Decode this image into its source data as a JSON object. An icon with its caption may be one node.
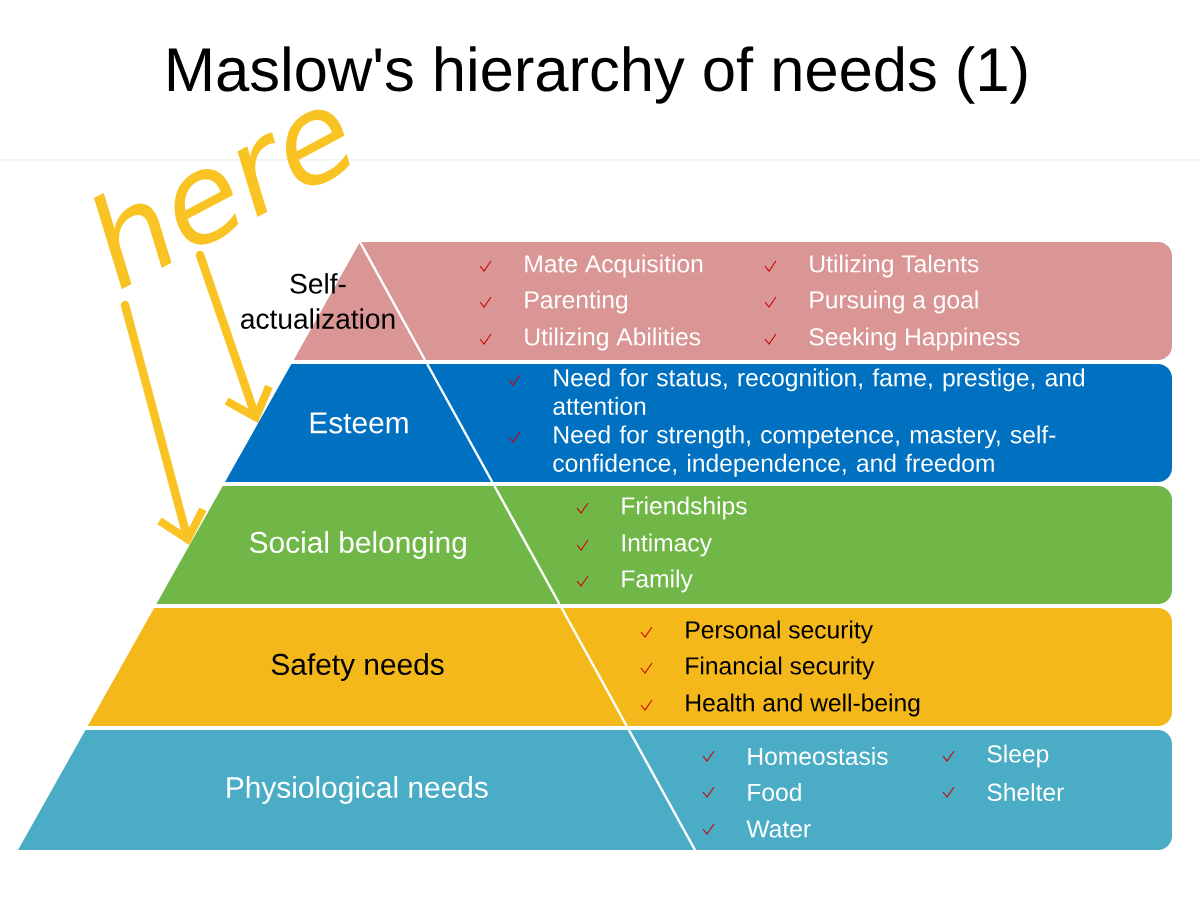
{
  "diagram": {
    "title": "Maslow's hierarchy of needs (1)",
    "nodes": [
      {
        "text": [
          "Self-actualization"
        ]
      },
      {
        "text": [
          "Esteem"
        ]
      },
      {
        "text": [
          "Social belonging"
        ]
      },
      {
        "text": [
          "Safety needs"
        ]
      },
      {
        "text": [
          "Physiological needs"
        ]
      },
      {
        "text": [
          "Mate Acquisition",
          "Parenting",
          "Utilizing Abilities",
          "Utilizing Talents",
          "Pursuing a goal",
          "Seeking Happiness"
        ]
      },
      {
        "text": [
          "Need for status, recognition, fame, prestige, and attention",
          "Need for strength, competence, mastery, self-confidence, independence, and freedom"
        ]
      },
      {
        "text": [
          "Friendships",
          "Intimacy",
          "Family"
        ]
      },
      {
        "text": [
          "Personal security",
          "Financial security",
          "Health and well-being"
        ]
      },
      {
        "text": [
          "Homeostasis",
          "Food",
          "Water",
          "Sleep",
          "Shelter"
        ]
      },
      {
        "text": [
          "here"
        ]
      }
    ],
    "edges": [
      {
        "from": 10,
        "to": 2,
        "arrow": "to"
      },
      {
        "from": 10,
        "to": 1,
        "arrow": "to"
      }
    ]
  }
}
